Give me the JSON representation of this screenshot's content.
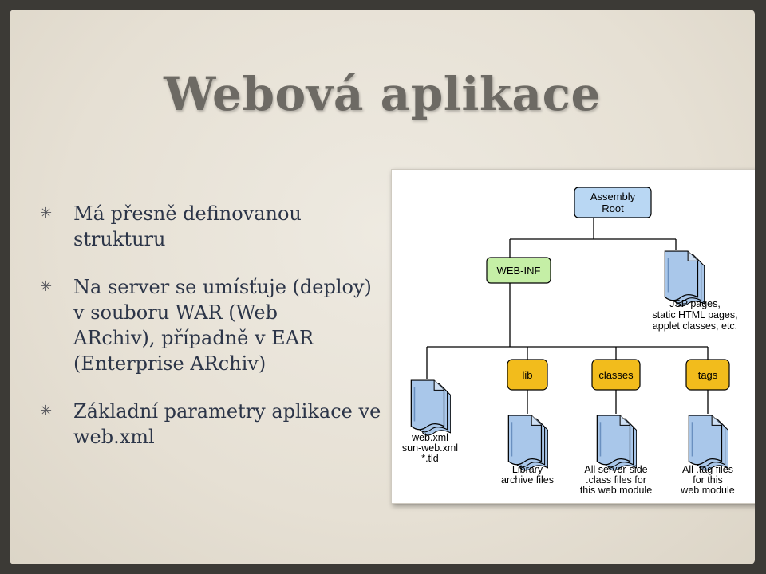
{
  "slide": {
    "title": "Webová aplikace",
    "bullet_symbol": "✳",
    "bullets": [
      {
        "lines": [
          "Má přesně definovanou",
          "strukturu"
        ]
      },
      {
        "lines": [
          "Na server se umísťuje (deploy)",
          "v souboru WAR (Web",
          "ARchiv), případně v EAR",
          "(Enterprise ARchiv)"
        ]
      },
      {
        "lines": [
          "Základní parametry aplikace ve",
          "web.xml"
        ]
      }
    ]
  },
  "diagram": {
    "colors": {
      "root": "#b9d7f3",
      "webinf": "#c5efa6",
      "folder": "#f2bc1c",
      "doc": "#a9c7ea",
      "line": "#000000"
    },
    "root_label": [
      "Assembly",
      "Root"
    ],
    "webinf_label": "WEB-INF",
    "jsp_caption": [
      "JSP pages,",
      "static HTML pages,",
      "applet classes, etc."
    ],
    "webxml_caption": [
      "web.xml",
      "sun-web.xml",
      "*.tld"
    ],
    "folders": [
      {
        "label": "lib",
        "caption": [
          "Library",
          "archive files"
        ]
      },
      {
        "label": "classes",
        "caption": [
          "All server-side",
          ".class files for",
          "this web module"
        ]
      },
      {
        "label": "tags",
        "caption": [
          "All .tag files",
          "for this",
          "web module"
        ]
      }
    ]
  }
}
